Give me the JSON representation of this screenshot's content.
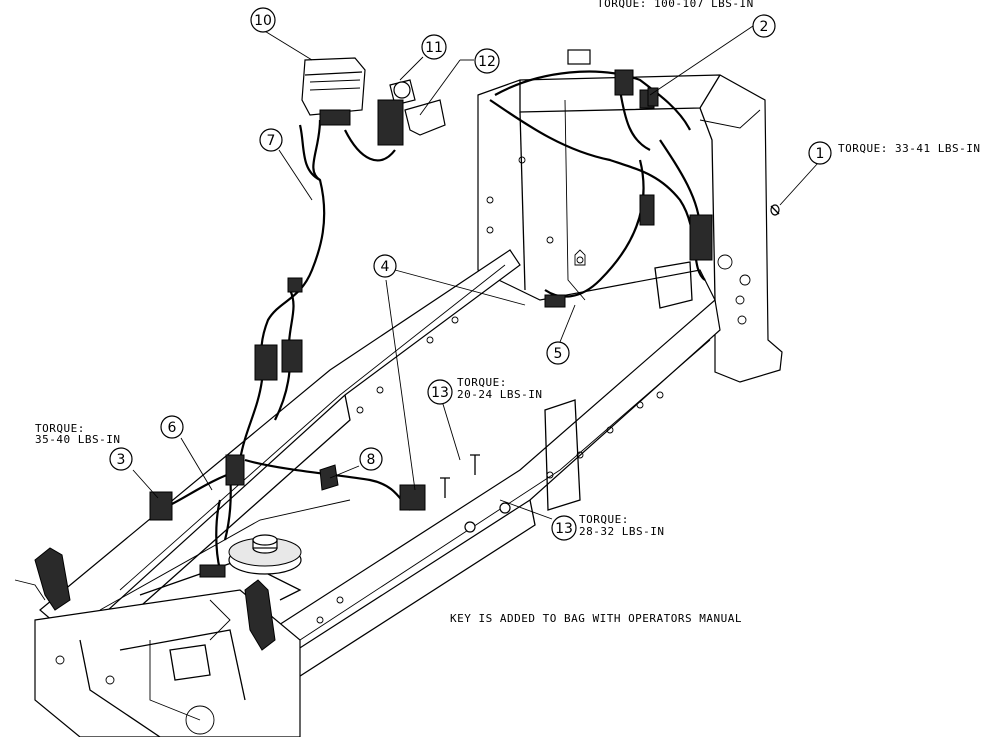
{
  "notes": {
    "top_torque": "TORQUE: 100-107 LBS-IN",
    "torque_item1": "TORQUE: 33-41 LBS-IN",
    "torque_item3_line1": "TORQUE:",
    "torque_item3_line2": "35-40 LBS-IN",
    "torque_item13a_line1": "TORQUE:",
    "torque_item13a_line2": "20-24 LBS-IN",
    "torque_item13b_line1": "TORQUE:",
    "torque_item13b_line2": "28-32 LBS-IN",
    "key_note": "KEY IS ADDED TO BAG WITH OPERATORS MANUAL"
  },
  "callouts": [
    {
      "id": "c1",
      "label": "1"
    },
    {
      "id": "c2",
      "label": "2"
    },
    {
      "id": "c3",
      "label": "3"
    },
    {
      "id": "c4",
      "label": "4"
    },
    {
      "id": "c5",
      "label": "5"
    },
    {
      "id": "c6",
      "label": "6"
    },
    {
      "id": "c7",
      "label": "7"
    },
    {
      "id": "c8",
      "label": "8"
    },
    {
      "id": "c10",
      "label": "10"
    },
    {
      "id": "c11",
      "label": "11"
    },
    {
      "id": "c12",
      "label": "12"
    },
    {
      "id": "c13a",
      "label": "13"
    },
    {
      "id": "c13b",
      "label": "13"
    }
  ]
}
